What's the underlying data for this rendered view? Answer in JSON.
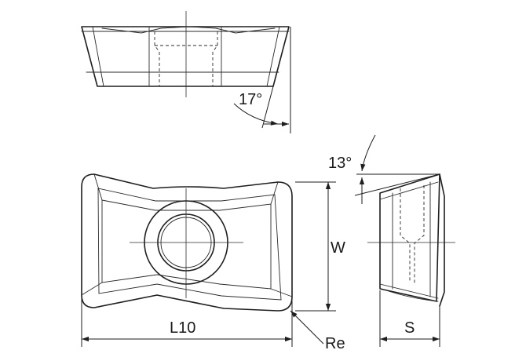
{
  "labels": {
    "angle_side": "17°",
    "angle_end": "13°",
    "width": "W",
    "length": "L10",
    "thickness": "S",
    "corner_radius": "Re"
  }
}
